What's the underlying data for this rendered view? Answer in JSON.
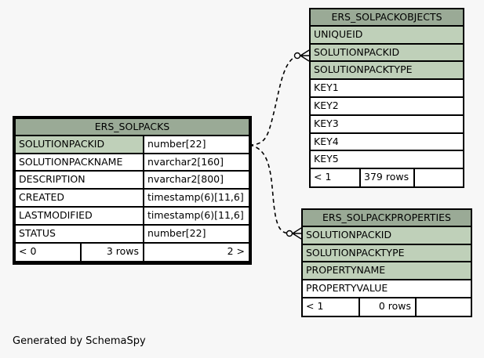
{
  "footer": "Generated by SchemaSpy",
  "tables": {
    "solpacks": {
      "name": "ERS_SOLPACKS",
      "columns": [
        {
          "name": "SOLUTIONPACKID",
          "type": "number[22]"
        },
        {
          "name": "SOLUTIONPACKNAME",
          "type": "nvarchar2[160]"
        },
        {
          "name": "DESCRIPTION",
          "type": "nvarchar2[800]"
        },
        {
          "name": "CREATED",
          "type": "timestamp(6)[11,6]"
        },
        {
          "name": "LASTMODIFIED",
          "type": "timestamp(6)[11,6]"
        },
        {
          "name": "STATUS",
          "type": "number[22]"
        }
      ],
      "footer": {
        "parents": "< 0",
        "rows": "3 rows",
        "children": "2 >"
      }
    },
    "objects": {
      "name": "ERS_SOLPACKOBJECTS",
      "columns": [
        "UNIQUEID",
        "SOLUTIONPACKID",
        "SOLUTIONPACKTYPE",
        "KEY1",
        "KEY2",
        "KEY3",
        "KEY4",
        "KEY5"
      ],
      "footer": {
        "parents": "< 1",
        "rows": "379 rows"
      }
    },
    "properties": {
      "name": "ERS_SOLPACKPROPERTIES",
      "columns": [
        "SOLUTIONPACKID",
        "SOLUTIONPACKTYPE",
        "PROPERTYNAME",
        "PROPERTYVALUE"
      ],
      "footer": {
        "parents": "< 1",
        "rows": "0 rows"
      }
    }
  },
  "colors": {
    "header": "#9aaa96",
    "key_column": "#bfd0b9",
    "plain": "#ffffff"
  }
}
